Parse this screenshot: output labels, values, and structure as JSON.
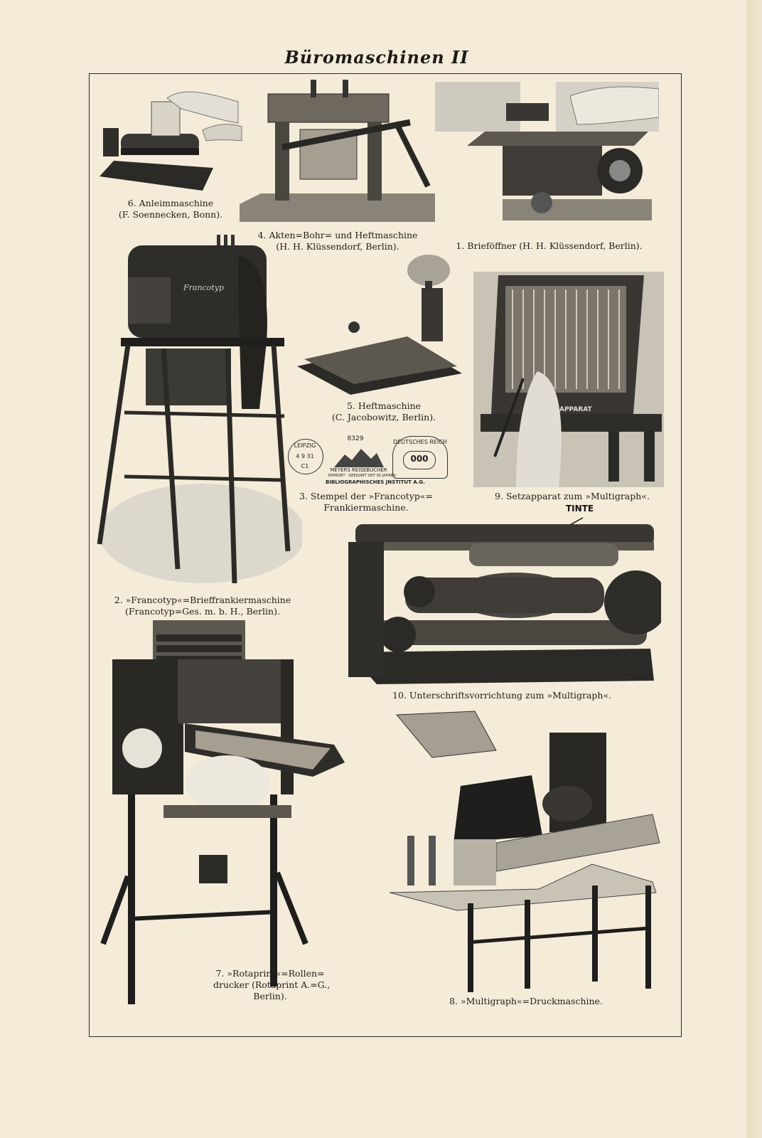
{
  "title": "Büromaschinen II",
  "captions": {
    "c6": [
      "6. Anleimmaschine",
      "(F. Soennecken, Bonn)."
    ],
    "c4": [
      "4. Akten=Bohr= und Heftmaschine",
      "(H. H. Klüssendorf, Berlin)."
    ],
    "c1": [
      "1. Brieföffner (H. H. Klüssendorf, Berlin)."
    ],
    "c2": [
      "2. »Francotyp«=Brieffrankiermaschine",
      "(Francotyp=Ges. m. b. H., Berlin)."
    ],
    "c5": [
      "5. Heftmaschine",
      "(C. Jacobowitz, Berlin)."
    ],
    "c3": [
      "3. Stempel der »Francotyp«=",
      "Frankiermaschine."
    ],
    "c9": [
      "9. Setzapparat zum »Multigraph«."
    ],
    "c10": [
      "10. Unterschriftsvorrichtung zum »Multigraph«."
    ],
    "c7": [
      "7. »Rotaprint«=Rollen=",
      "drucker (Rotaprint A.=G.,",
      "Berlin)."
    ],
    "c8": [
      "8. »Multigraph«=Druckmaschine."
    ]
  },
  "stamp": {
    "city": "LEIPZIG",
    "date": "4 9 31",
    "district": "C1",
    "number": "8329",
    "line1": "MEYERS REISEBÜCHER",
    "line2": "ERPROBT · GEEIGNET SEIT 60 JAHREN",
    "line3": "BIBLIOGRAPHISCHES JNSTITUT A.G.",
    "reich": "DEUTSCHES REICH",
    "value": "000"
  },
  "label_tinte": "TINTE",
  "machine_labels": {
    "francotyp": "Francotyp",
    "apparat": "APPARAT"
  }
}
